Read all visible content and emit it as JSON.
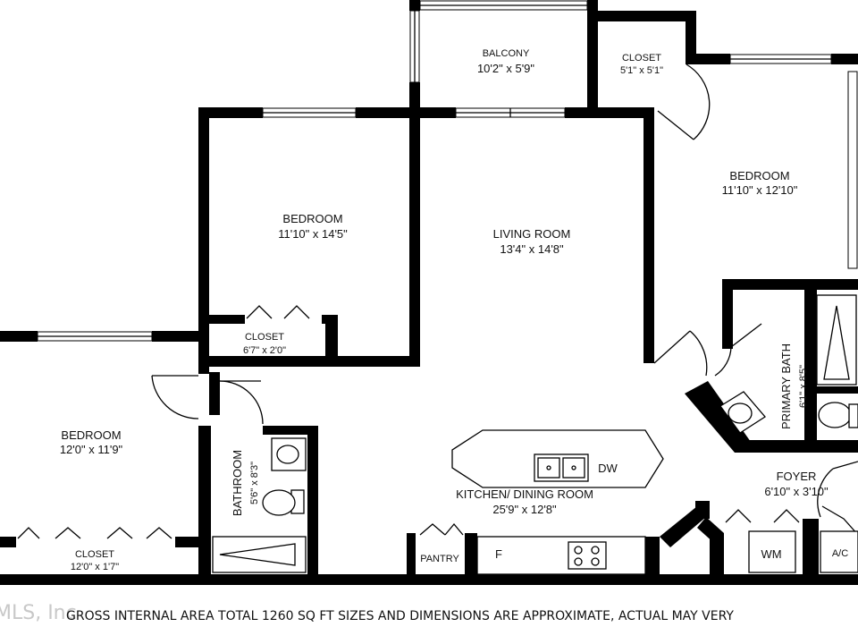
{
  "rooms": {
    "balcony": {
      "name": "BALCONY",
      "dims": "10'2\" x 5'9\""
    },
    "closet_top": {
      "name": "CLOSET",
      "dims": "5'1\" x 5'1\""
    },
    "bedroom_right": {
      "name": "BEDROOM",
      "dims": "11'10\" x 12'10\""
    },
    "bedroom_center": {
      "name": "BEDROOM",
      "dims": "11'10\" x 14'5\""
    },
    "living_room": {
      "name": "LIVING ROOM",
      "dims": "13'4\" x 14'8\""
    },
    "closet_center": {
      "name": "CLOSET",
      "dims": "6'7\" x 2'0\""
    },
    "bedroom_left": {
      "name": "BEDROOM",
      "dims": "12'0\" x 11'9\""
    },
    "closet_left": {
      "name": "CLOSET",
      "dims": "12'0\" x 1'7\""
    },
    "bathroom": {
      "name": "BATHROOM",
      "dims": "5'6\" x 8'3\""
    },
    "primary_bath": {
      "name": "PRIMARY BATH",
      "dims": "6'1\" x 8'5\""
    },
    "kitchen": {
      "name": "KITCHEN/ DINING ROOM",
      "dims": "25'9\" x 12'8\""
    },
    "foyer": {
      "name": "FOYER",
      "dims": "6'10\" x 3'10\""
    }
  },
  "fixtures": {
    "dishwasher": "DW",
    "fridge": "F",
    "pantry": "PANTRY",
    "washer": "WM",
    "ac": "A/C"
  },
  "footer": {
    "watermark": "MLS, Inc",
    "note": "GROSS INTERNAL AREA TOTAL 1260 SQ FT SIZES AND DIMENSIONS ARE APPROXIMATE, ACTUAL MAY VERY"
  }
}
